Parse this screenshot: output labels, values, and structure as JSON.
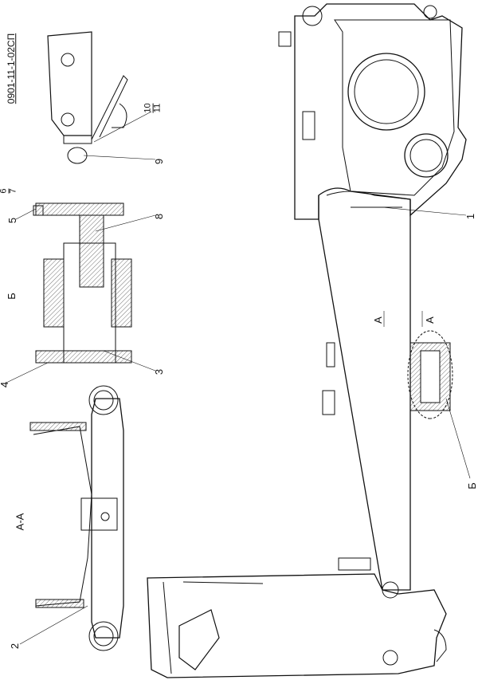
{
  "document_code": "0901-11-1-02СП",
  "views": {
    "section_aa": "А-А",
    "detail_b": "Б",
    "detail_b_callout": "Б",
    "section_mark_top": "А",
    "section_mark_bottom": "А"
  },
  "callouts": {
    "p1": "1",
    "p2": "2",
    "p3": "3",
    "p4": "4",
    "p5": "5",
    "p6": "6",
    "p7": "7",
    "p8": "8",
    "p9": "9",
    "p10": "10",
    "p11": "11"
  },
  "colors": {
    "line": "#111111",
    "background": "#ffffff"
  }
}
